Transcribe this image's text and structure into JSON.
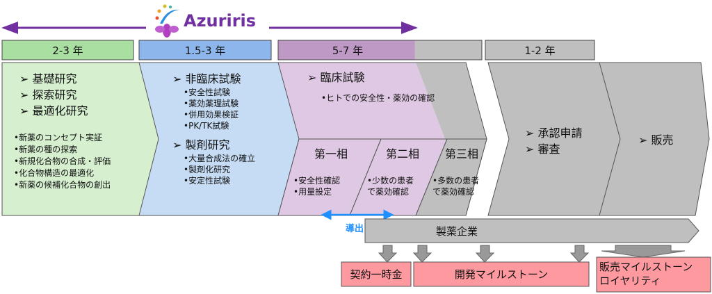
{
  "logo": {
    "name": "Azuriris"
  },
  "colors": {
    "green": "#a9dfa0",
    "blue": "#8db6ec",
    "purple": "#bf99c6",
    "gray": "#bfbfbf",
    "pink": "#ff99a0",
    "arrow": "#7030a0",
    "link": "#1e90ff"
  },
  "stages": [
    {
      "duration": "2-3 年",
      "items": [
        "基礎研究",
        "探索研究",
        "最適化研究"
      ],
      "details": [
        "新薬のコンセプト実証",
        "新薬の種の探索",
        "新規化合物の合成・評価",
        "化合物構造の最適化",
        "新薬の候補化合物の創出"
      ]
    },
    {
      "duration": "1.5-3 年",
      "groups": [
        {
          "title": "非臨床試験",
          "details": [
            "安全性試験",
            "薬効薬理試験",
            "併用効果検証",
            "PK/TK試験"
          ]
        },
        {
          "title": "製剤研究",
          "details": [
            "大量合成法の確立",
            "製剤化研究",
            "安定性試験"
          ]
        }
      ]
    },
    {
      "duration": "5-7 年",
      "title": "臨床試験",
      "detail": "ヒトでの安全性・薬効の確認",
      "phases": [
        {
          "name": "第一相",
          "details": [
            "安全性確認",
            "用量設定"
          ]
        },
        {
          "name": "第二相",
          "details": [
            "少数の患者で薬効確認"
          ]
        },
        {
          "name": "第三相",
          "details": [
            "多数の患者で薬効確認"
          ]
        }
      ]
    },
    {
      "duration": "1-2 年",
      "items": [
        "承認申請",
        "審査"
      ]
    },
    {
      "items": [
        "販売"
      ]
    }
  ],
  "licensing": {
    "label": "導出",
    "company": "製薬企業"
  },
  "payments": [
    "契約一時金",
    "開発マイルストーン",
    "販売マイルストーン\nロイヤリティ"
  ]
}
